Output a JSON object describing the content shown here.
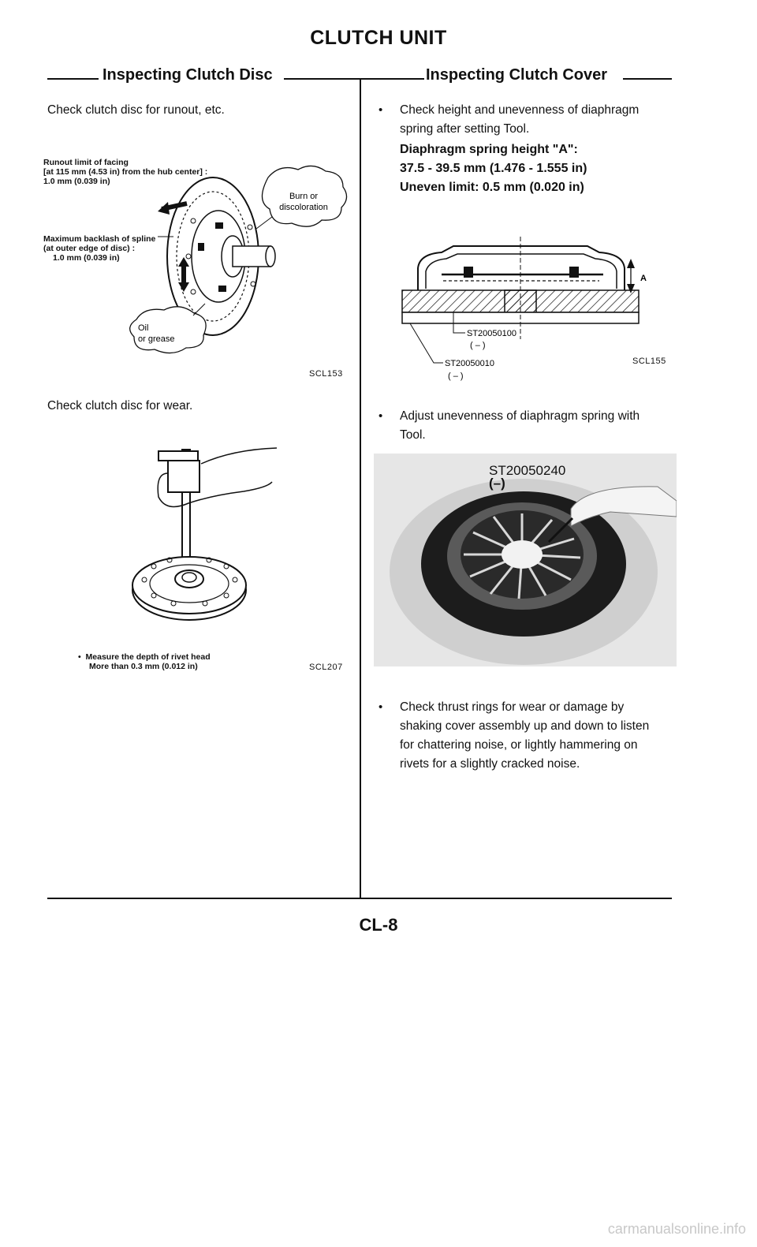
{
  "page": {
    "title": "CLUTCH UNIT",
    "page_number": "CL-8"
  },
  "left": {
    "heading": "Inspecting Clutch Disc",
    "text1": "Check clutch disc for runout, etc.",
    "fig1": {
      "runout_l1": "Runout limit of facing",
      "runout_l2": "[at 115 mm (4.53 in) from the hub center] :",
      "runout_l3": "1.0 mm (0.039 in)",
      "backlash_l1": "Maximum backlash of spline",
      "backlash_l2": "(at outer edge of disc) :",
      "backlash_l3": "1.0 mm (0.039 in)",
      "burn_l1": "Burn or",
      "burn_l2": "discoloration",
      "oil_l1": "Oil",
      "oil_l2": "or grease",
      "code": "SCL153"
    },
    "text2": "Check clutch disc for wear.",
    "fig2": {
      "note_l1": "Measure the depth of rivet head",
      "note_l2": "More than 0.3 mm (0.012 in)",
      "code": "SCL207"
    }
  },
  "right": {
    "heading": "Inspecting Clutch Cover",
    "bullet1_l1": "Check height and unevenness of diaphragm",
    "bullet1_l2": "spring after setting Tool.",
    "spec1_label": "Diaphragm spring height \"A\":",
    "spec1_value": "37.5 - 39.5 mm (1.476 - 1.555 in)",
    "spec2": "Uneven limit:  0.5 mm (0.020 in)",
    "fig3": {
      "tool1": "ST20050100",
      "tool1_sub": "( – )",
      "tool2": "ST20050010",
      "tool2_sub": "( – )",
      "label_a": "A",
      "code": "SCL155"
    },
    "bullet2_l1": "Adjust unevenness of diaphragm spring with",
    "bullet2_l2": "Tool.",
    "photo": {
      "tool": "ST20050240",
      "tool_sub": "(–)"
    },
    "bullet3_l1": "Check thrust rings for wear or damage by",
    "bullet3_l2": "shaking cover assembly up and down to listen",
    "bullet3_l3": "for chattering noise, or lightly hammering on",
    "bullet3_l4": "rivets for a slightly cracked noise."
  },
  "watermark": "carmanualsonline.info"
}
